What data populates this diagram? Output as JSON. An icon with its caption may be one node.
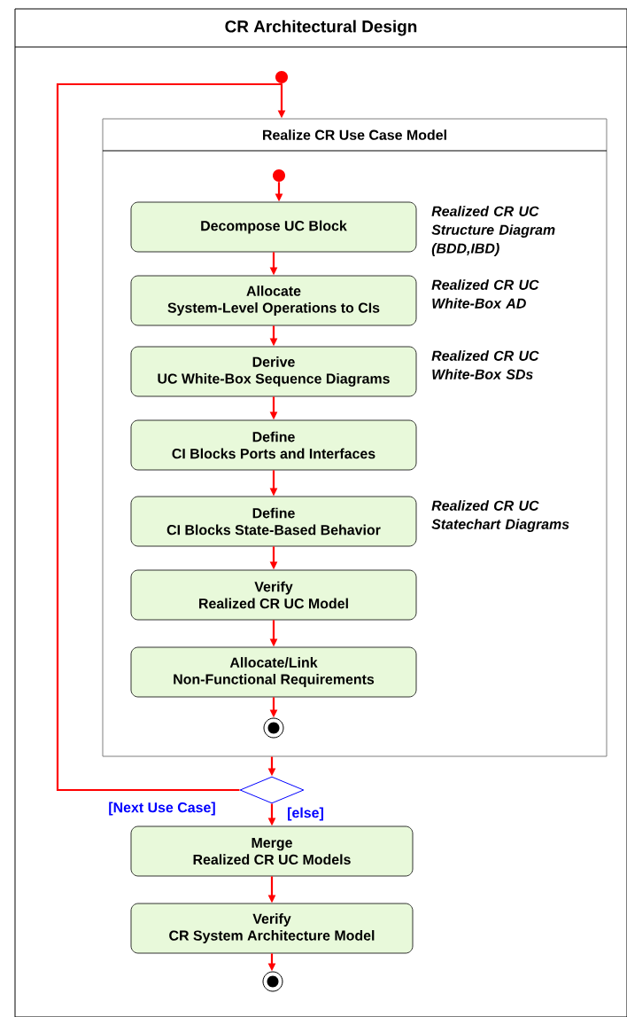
{
  "diagram": {
    "nodes": [
      {
        "text": [
          "CR Architectural Design"
        ]
      },
      {
        "text": [],
        "shape": "circle",
        "in": 0
      },
      {
        "text": [
          "Realize CR Use Case Model"
        ],
        "in": 0
      },
      {
        "text": [],
        "shape": "circle",
        "in": 2
      },
      {
        "text": [
          "Decompose UC Block"
        ],
        "beside": [
          "Realized CR UC Structure Diagram (BDD,IBD)"
        ],
        "in": 2
      },
      {
        "text": [
          "Allocate",
          "System-Level Operations to CIs"
        ],
        "beside": [
          "Realized CR UC White-Box AD"
        ],
        "in": 2
      },
      {
        "text": [
          "Derive",
          "UC White-Box Sequence Diagrams"
        ],
        "beside": [
          "Realized CR UC White-Box SDs"
        ],
        "in": 2
      },
      {
        "text": [
          "Define",
          "CI Blocks Ports and Interfaces"
        ],
        "in": 2
      },
      {
        "text": [
          "Define",
          "CI Blocks State-Based Behavior"
        ],
        "beside": [
          "Realized CR UC Statechart Diagrams"
        ],
        "in": 2
      },
      {
        "text": [
          "Verify",
          "Realized CR UC Model"
        ],
        "in": 2
      },
      {
        "text": [
          "Allocate/Link",
          "Non-Functional Requirements"
        ],
        "in": 2
      },
      {
        "text": [],
        "shape": "circle",
        "in": 2
      },
      {
        "text": [],
        "shape": "diamond",
        "in": 0
      },
      {
        "text": [
          "Merge",
          "Realized CR UC Models"
        ],
        "in": 0
      },
      {
        "text": [
          "Verify",
          "CR System Architecture Model"
        ],
        "in": 0
      },
      {
        "text": [],
        "shape": "circle",
        "in": 0
      }
    ],
    "edges": [
      {
        "from": 1,
        "to": 2,
        "arrow": "to"
      },
      {
        "from": 3,
        "to": 4,
        "arrow": "to"
      },
      {
        "from": 4,
        "to": 5,
        "arrow": "to"
      },
      {
        "from": 5,
        "to": 6,
        "arrow": "to"
      },
      {
        "from": 6,
        "to": 7,
        "arrow": "to"
      },
      {
        "from": 7,
        "to": 8,
        "arrow": "to"
      },
      {
        "from": 8,
        "to": 9,
        "arrow": "to"
      },
      {
        "from": 9,
        "to": 10,
        "arrow": "to"
      },
      {
        "from": 10,
        "to": 11,
        "arrow": "to"
      },
      {
        "from": 2,
        "to": 12,
        "arrow": "to"
      },
      {
        "from": 12,
        "to": 2,
        "arrow": "to",
        "label": "[Next Use Case]"
      },
      {
        "from": 12,
        "to": 13,
        "arrow": "to",
        "label": "[else]"
      },
      {
        "from": 13,
        "to": 14,
        "arrow": "to"
      },
      {
        "from": 14,
        "to": 15,
        "arrow": "to"
      }
    ]
  }
}
